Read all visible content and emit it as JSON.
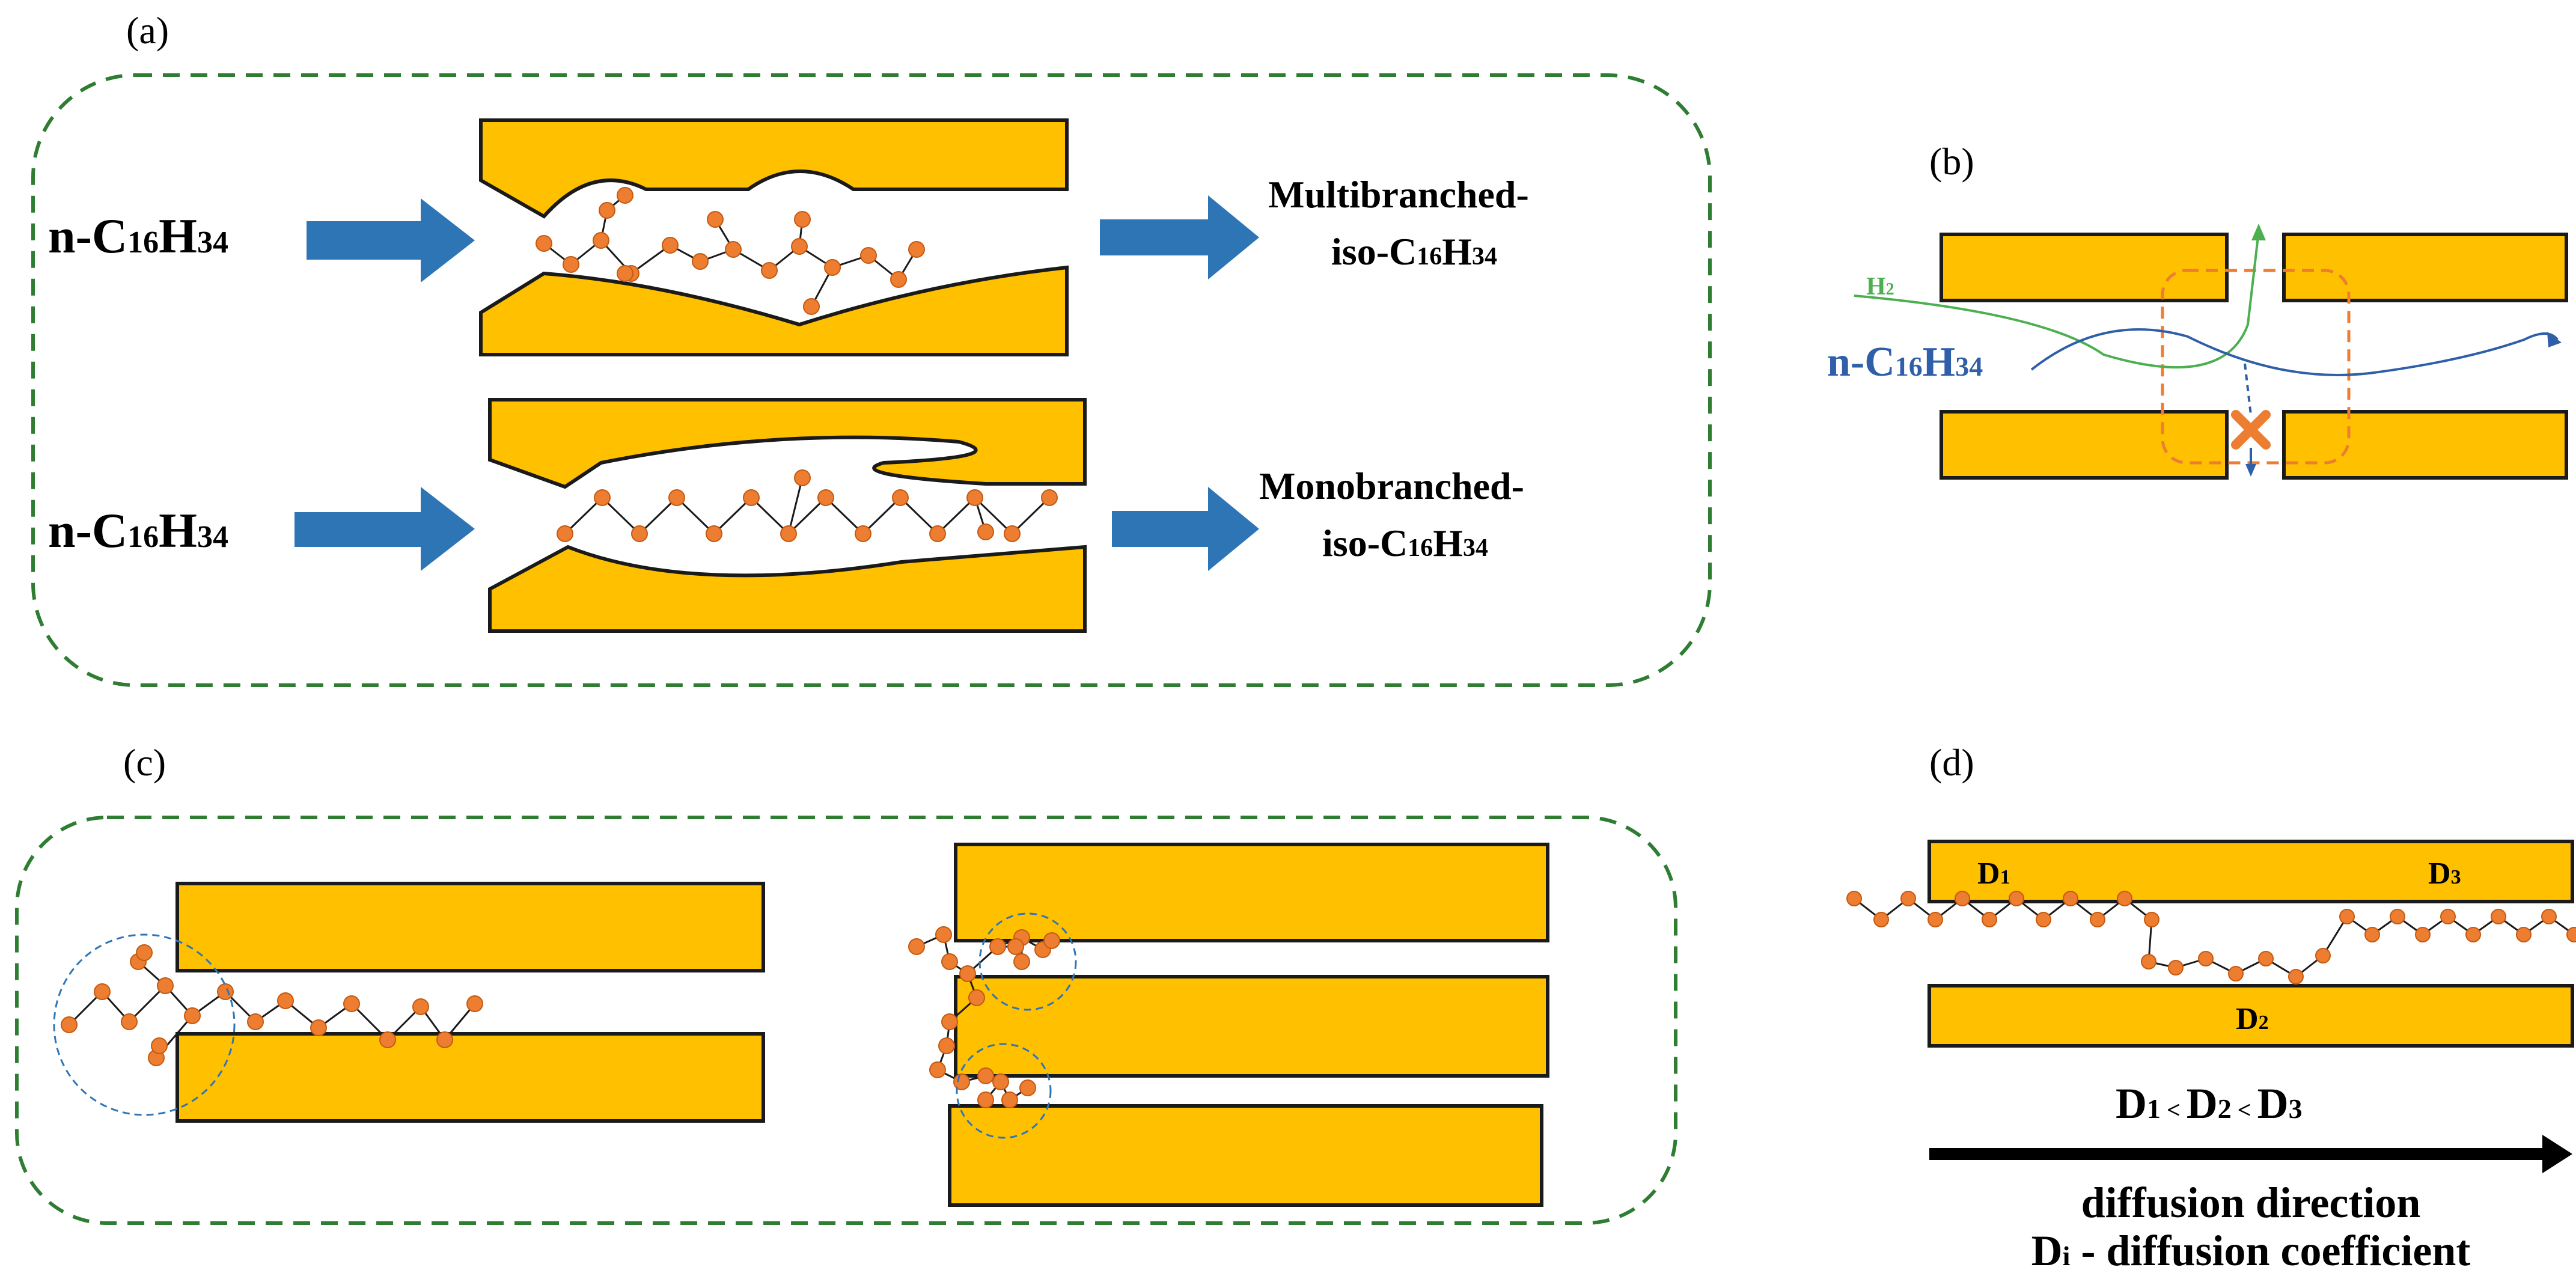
{
  "panels": {
    "a": {
      "label": "(a)",
      "reactant_top": {
        "prefix": "n-C",
        "sub1": "16",
        "mid": "H",
        "sub2": "34"
      },
      "reactant_bottom": {
        "prefix": "n-C",
        "sub1": "16",
        "mid": "H",
        "sub2": "34"
      },
      "product_top": {
        "line1": "Multibranched-",
        "line2_prefix": "iso-C",
        "sub1": "16",
        "mid": "H",
        "sub2": "34"
      },
      "product_bottom": {
        "line1": "Monobranched-",
        "line2_prefix": "iso-C",
        "sub1": "16",
        "mid": "H",
        "sub2": "34"
      }
    },
    "b": {
      "label": "(b)",
      "h2": {
        "main": "H",
        "sub": "2"
      },
      "reactant": {
        "prefix": "n-C",
        "sub1": "16",
        "mid": "H",
        "sub2": "34"
      }
    },
    "c": {
      "label": "(c)"
    },
    "d": {
      "label": "(d)",
      "d1": {
        "main": "D",
        "sub": "1"
      },
      "d2": {
        "main": "D",
        "sub": "2"
      },
      "d3": {
        "main": "D",
        "sub": "3"
      },
      "relation": {
        "a": "D",
        "a_sub": "1",
        "lt1": " < ",
        "b": "D",
        "b_sub": "2",
        "lt2": " < ",
        "c": "D",
        "c_sub": "3"
      },
      "caption1": "diffusion direction",
      "caption2": {
        "main": "D",
        "sub": "i",
        "rest": " - diffusion coefficient"
      }
    }
  },
  "colors": {
    "plate": "#FFC000",
    "atom": "#ED7D31",
    "arrow_blue": "#2E75B6",
    "frame_green": "#2e7d32",
    "h2_green": "#4CAF50",
    "reactant_blue": "#2E5FA8"
  }
}
